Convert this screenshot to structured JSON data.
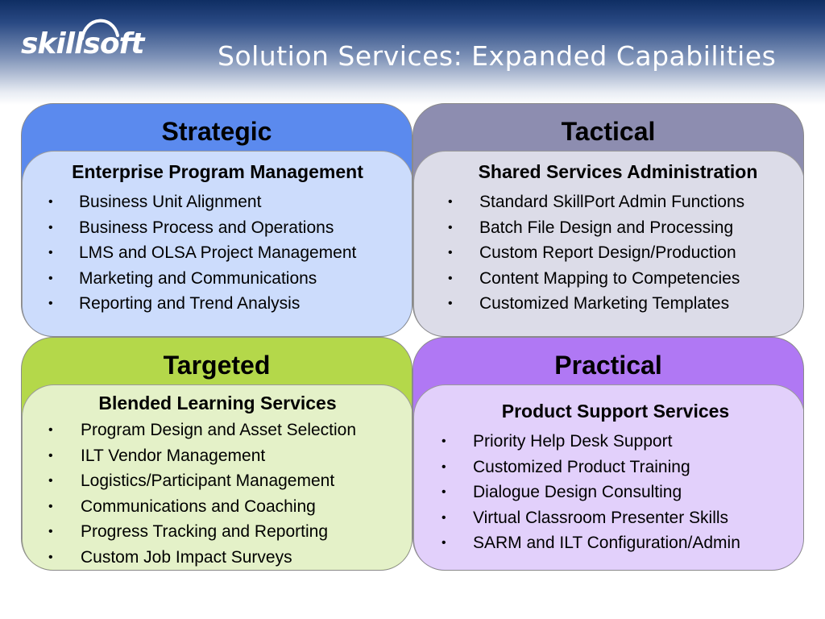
{
  "logo": {
    "text": "skillsoft"
  },
  "title": "Solution Services: Expanded Capabilities",
  "quadrants": [
    {
      "title": "Strategic",
      "subtitle": "Enterprise Program Management",
      "items": [
        "Business Unit Alignment",
        "Business Process and Operations",
        "LMS and OLSA Project Management",
        "Marketing and Communications",
        "Reporting and Trend Analysis"
      ]
    },
    {
      "title": "Tactical",
      "subtitle": "Shared Services Administration",
      "items": [
        "Standard SkillPort Admin Functions",
        "Batch File Design and Processing",
        "Custom Report Design/Production",
        "Content Mapping to Competencies",
        "Customized Marketing Templates"
      ]
    },
    {
      "title": "Targeted",
      "subtitle": "Blended Learning Services",
      "items": [
        "Program Design and Asset Selection",
        "ILT Vendor Management",
        "Logistics/Participant Management",
        "Communications and Coaching",
        "Progress Tracking and Reporting",
        "Custom Job Impact Surveys"
      ]
    },
    {
      "title": "Practical",
      "subtitle": "Product Support Services",
      "items": [
        "Priority Help Desk Support",
        "Customized Product Training",
        "Dialogue Design Consulting",
        "Virtual Classroom Presenter Skills",
        "SARM and ILT Configuration/Admin"
      ]
    }
  ],
  "bullet": "•",
  "colors": {
    "strategic": "#5b8aee",
    "strategic_inner": "#ccdcfc",
    "tactical": "#8d8db0",
    "tactical_inner": "#dcdce8",
    "targeted": "#b4d84a",
    "targeted_inner": "#e4f1c8",
    "practical": "#b078f4",
    "practical_inner": "#e2d0fb",
    "header_dark": "#0f2e63"
  }
}
